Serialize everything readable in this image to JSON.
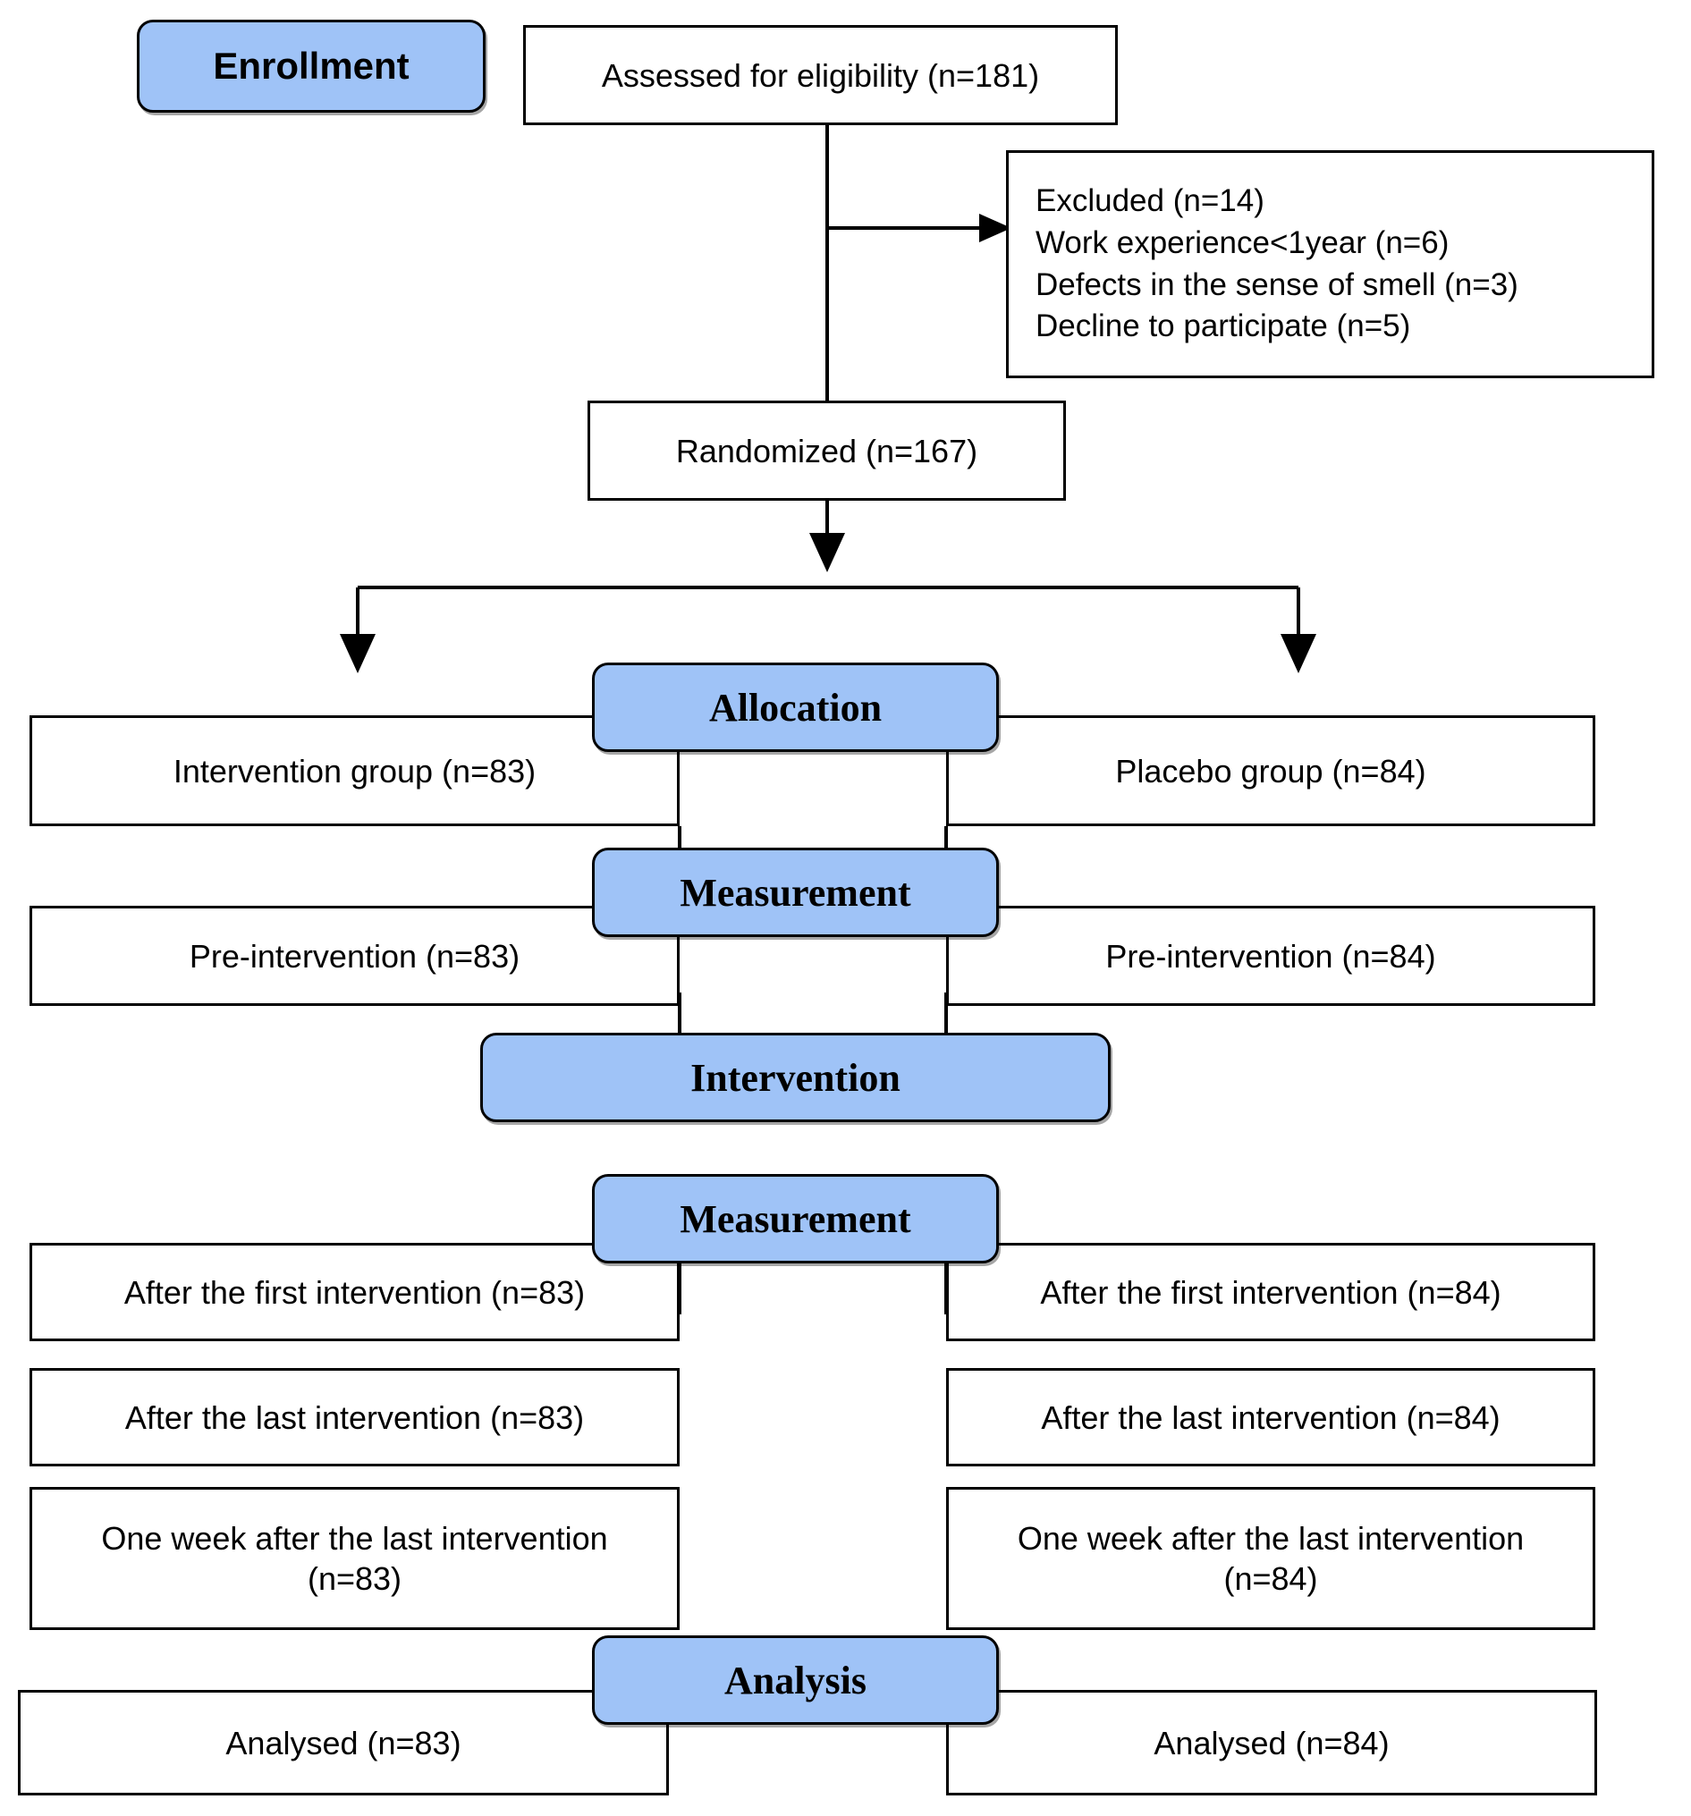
{
  "diagram": {
    "type": "consort-flow-diagram",
    "stages": {
      "enrollment": "Enrollment",
      "allocation": "Allocation",
      "measurement_pre": "Measurement",
      "intervention": "Intervention",
      "measurement_post": "Measurement",
      "analysis": "Analysis"
    },
    "enrollment_section": {
      "assessed": "Assessed for eligibility (n=181)",
      "excluded": "Excluded (n=14)\nWork experience<1year (n=6)\nDefects in the sense of smell (n=3)\nDecline to participate (n=5)",
      "excluded_lines": [
        "Excluded (n=14)",
        "Work experience<1year (n=6)",
        "Defects in the sense of smell (n=3)",
        "Decline to participate (n=5)"
      ],
      "randomized": "Randomized (n=167)"
    },
    "arms": {
      "left": {
        "allocation": "Intervention group (n=83)",
        "pre_measurement": "Pre-intervention (n=83)",
        "post_first": "After the first intervention (n=83)",
        "post_last": "After the last intervention (n=83)",
        "post_week": "One week after the last intervention (n=83)",
        "analysed": "Analysed (n=83)"
      },
      "right": {
        "allocation": "Placebo group (n=84)",
        "pre_measurement": "Pre-intervention (n=84)",
        "post_first": "After the first intervention (n=84)",
        "post_last": "After the last intervention (n=84)",
        "post_week": "One week after the last intervention (n=84)",
        "analysed": "Analysed (n=84)"
      }
    },
    "counts": {
      "assessed": 181,
      "excluded_total": 14,
      "excluded_work_experience": 6,
      "excluded_smell_defect": 3,
      "excluded_declined": 5,
      "randomized": 167,
      "intervention_group": 83,
      "placebo_group": 84
    },
    "colors": {
      "banner_fill": "#9FC3F7",
      "box_stroke": "#000000",
      "box_fill": "#FFFFFF",
      "text": "#000000"
    }
  }
}
